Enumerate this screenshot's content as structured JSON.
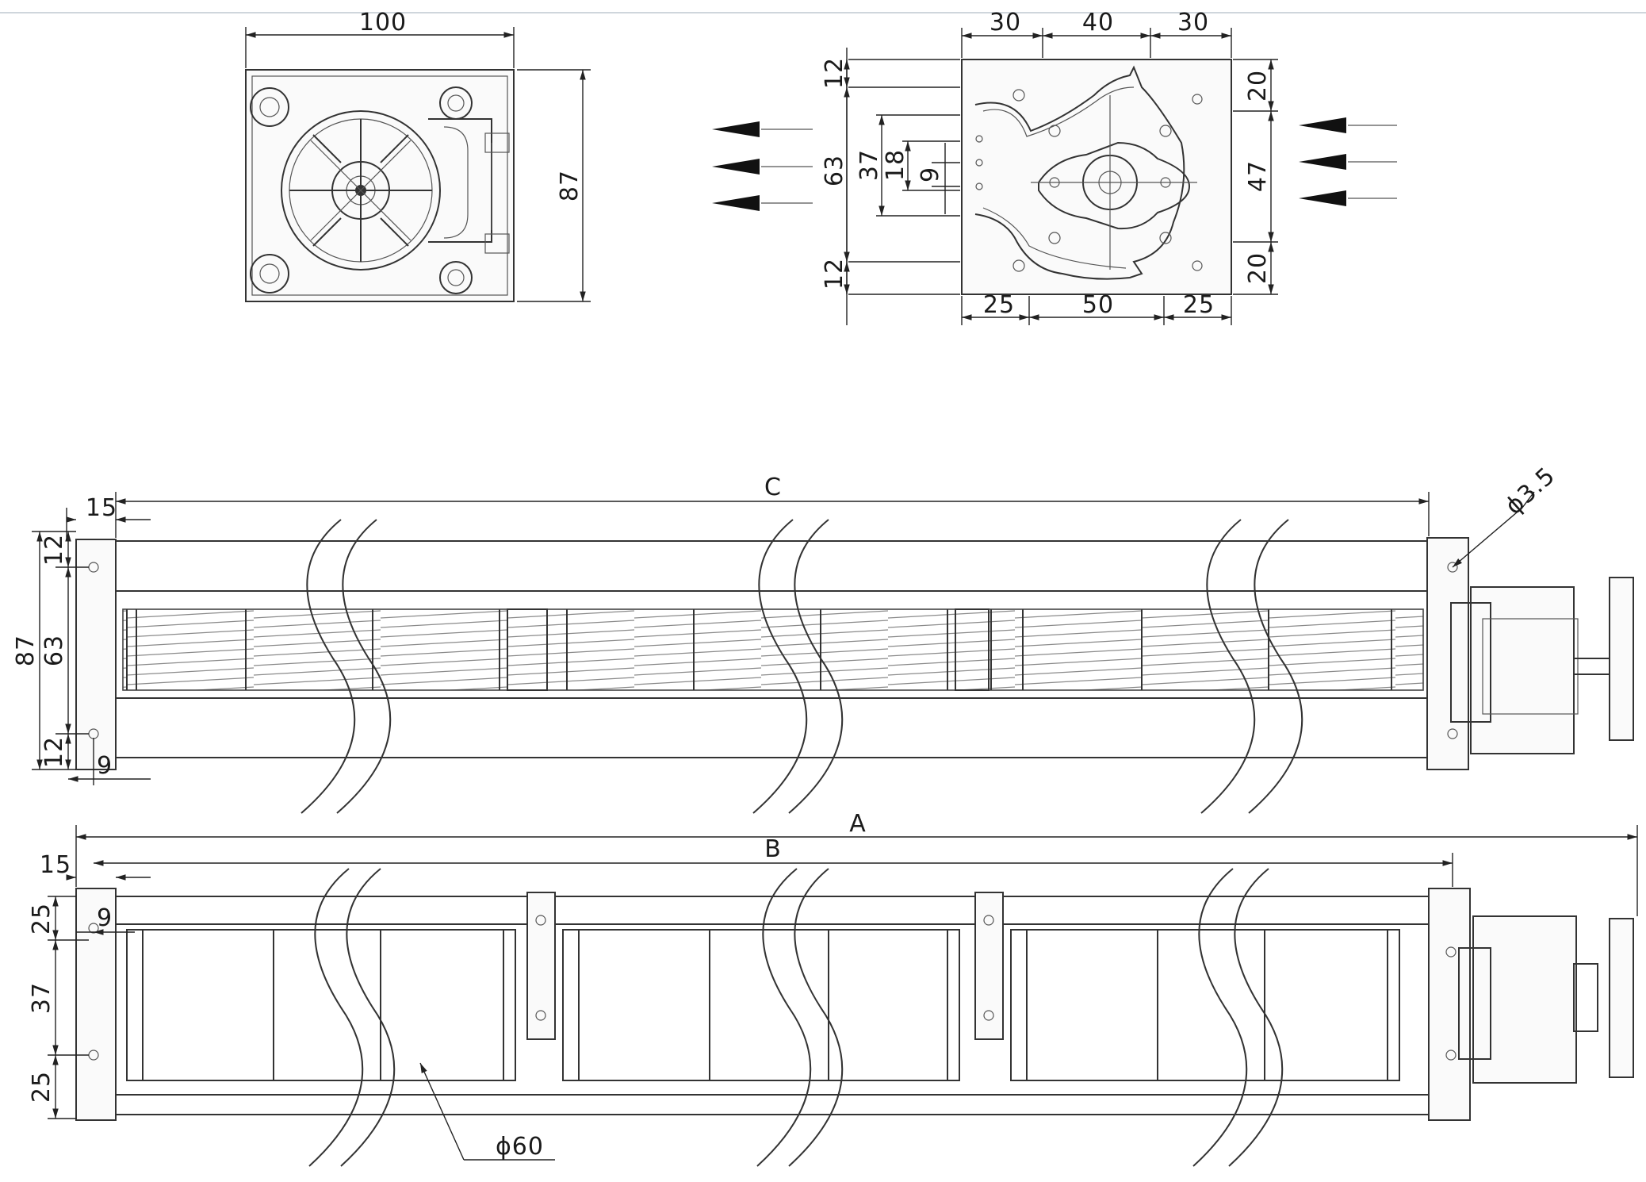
{
  "end_view": {
    "width_label": "100",
    "height_label": "87"
  },
  "mount_view": {
    "top_labels": [
      "30",
      "40",
      "30"
    ],
    "bottom_labels": [
      "25",
      "50",
      "25"
    ],
    "left_labels": [
      "12",
      "63",
      "37",
      "18",
      "9",
      "12"
    ],
    "right_labels": [
      "20",
      "47",
      "20"
    ]
  },
  "side_view_top": {
    "overall_label": "C",
    "offset_label": "15",
    "left_labels": [
      "87",
      "12",
      "63",
      "12"
    ],
    "bottom_offset_label": "9",
    "hole_label": "ϕ3.5"
  },
  "side_view_bottom": {
    "overall_label": "A",
    "inner_label": "B",
    "offset_label": "15",
    "hole_offset_label": "9",
    "left_labels": [
      "25",
      "37",
      "25"
    ],
    "impeller_label": "ϕ60"
  }
}
